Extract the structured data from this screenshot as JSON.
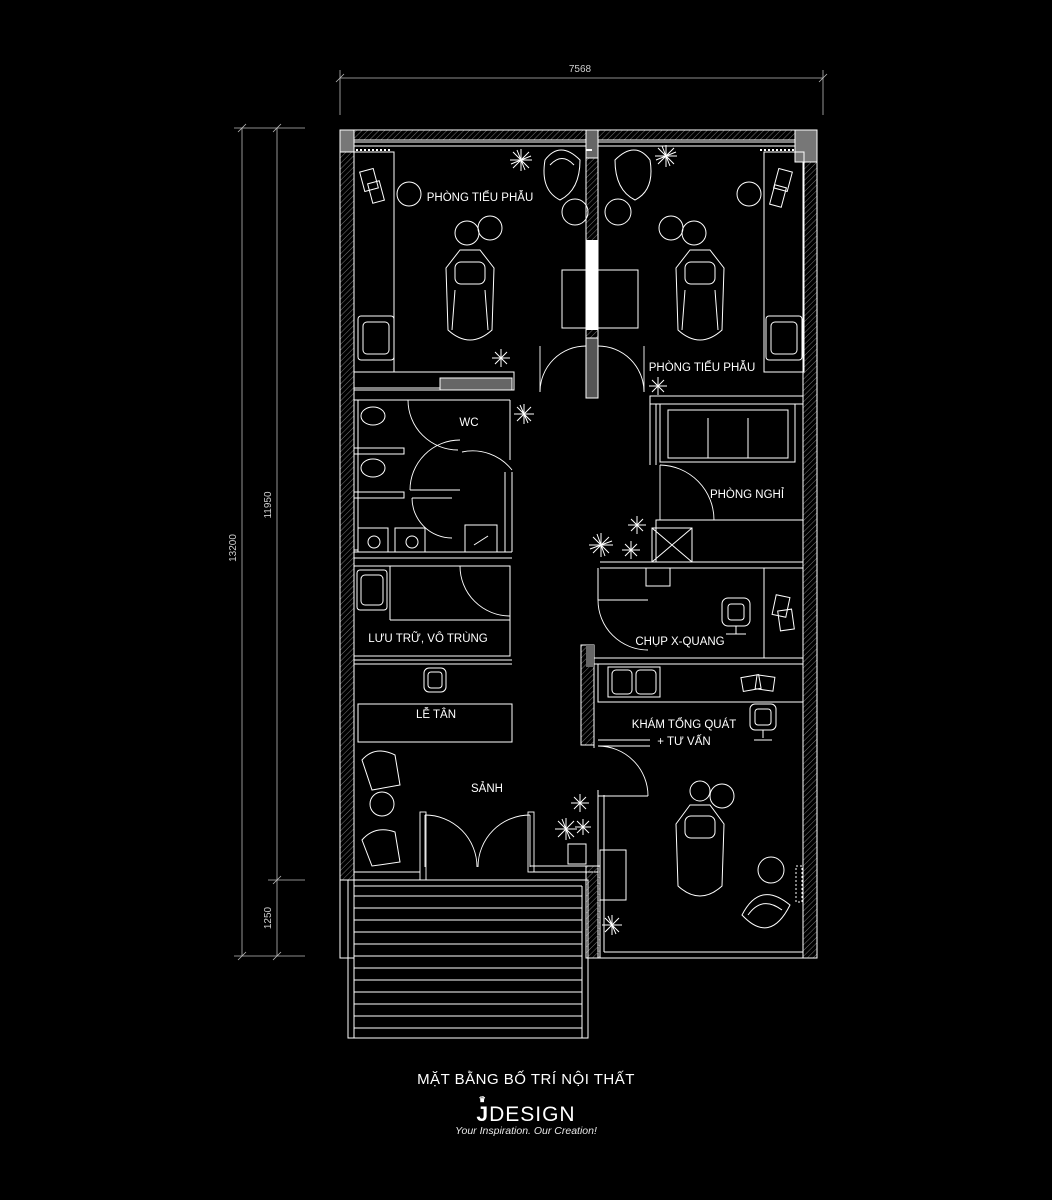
{
  "dimensions": {
    "width": "7568",
    "height_total": "13200",
    "height_main": "11950",
    "height_porch": "1250"
  },
  "rooms": {
    "surgery_left": "PHÒNG TIỂU PHẪU",
    "surgery_right": "PHÒNG TIỂU PHẪU",
    "wc": "WC",
    "rest": "PHÒNG NGHỈ",
    "storage": "LƯU TRỮ, VÔ TRÙNG",
    "xray": "CHỤP X-QUANG",
    "reception": "LỄ TÂN",
    "consult_line1": "KHÁM TỔNG QUÁT",
    "consult_line2": "+ TƯ VẤN",
    "lobby": "SẢNH"
  },
  "title": "MẶT BẰNG BỐ TRÍ NỘI THẤT",
  "brand": {
    "letter": "J",
    "name": "DESIGN",
    "tagline": "Your Inspiration. Our Creation!"
  }
}
